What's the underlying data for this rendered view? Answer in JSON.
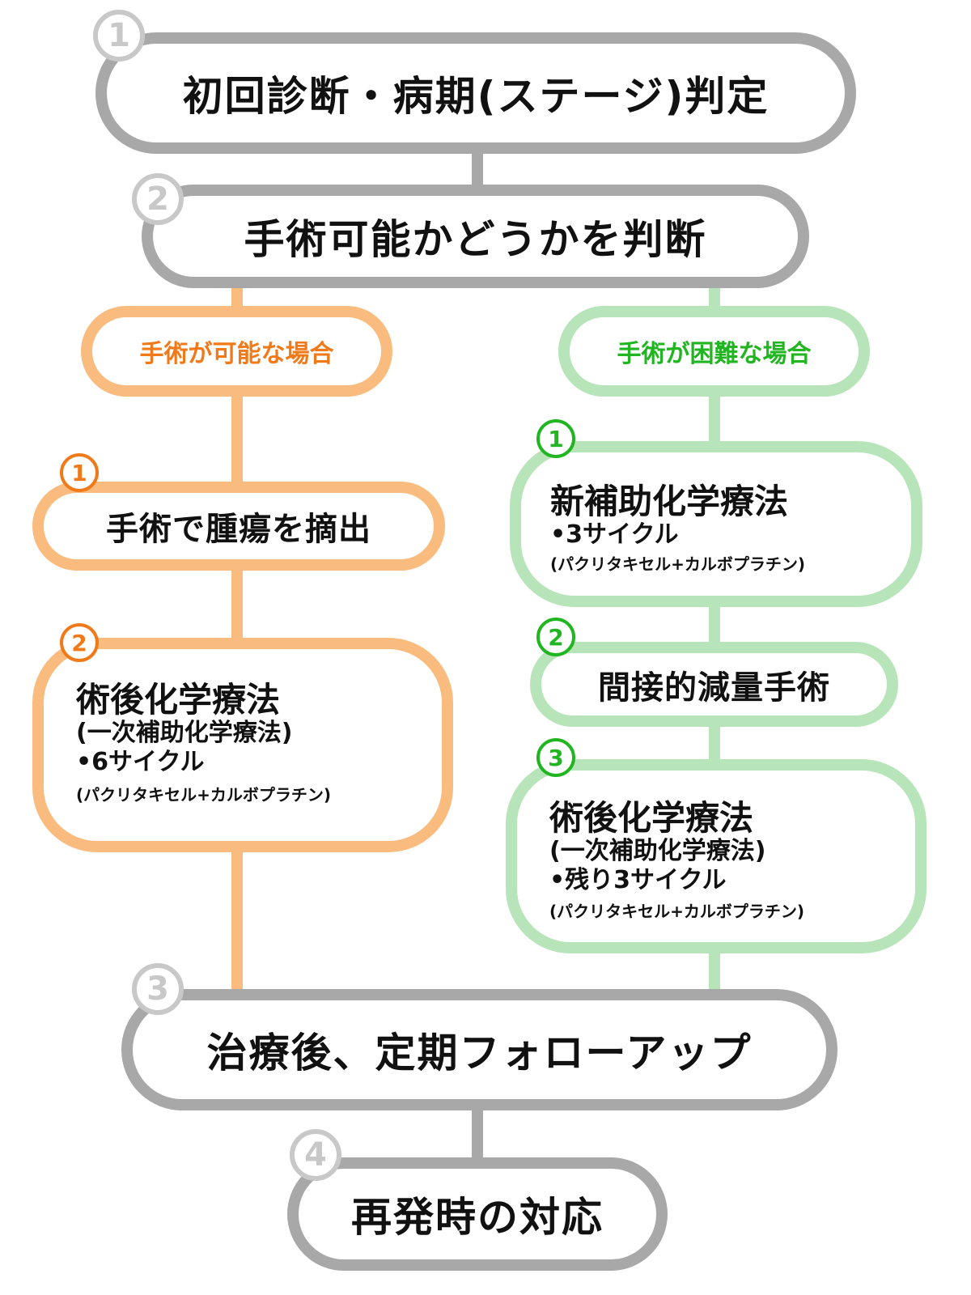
{
  "steps": {
    "step1": {
      "number": "1",
      "label": "初回診断・病期(ステージ)判定"
    },
    "step2": {
      "number": "2",
      "label": "手術可能かどうかを判断"
    },
    "step3": {
      "number": "3",
      "label": "治療後、定期フォローアップ"
    },
    "step4": {
      "number": "4",
      "label": "再発時の対応"
    }
  },
  "left_branch": {
    "label": "手術が可能な場合",
    "color": "#f07a1a",
    "items": [
      {
        "number": "1",
        "title": "手術で腫瘍を摘出"
      },
      {
        "number": "2",
        "title": "術後化学療法",
        "subtitle": "(一次補助化学療法)",
        "detail": "•6サイクル",
        "regimen": "(パクリタキセル+カルボプラチン)"
      }
    ]
  },
  "right_branch": {
    "label": "手術が困難な場合",
    "color": "#22b522",
    "items": [
      {
        "number": "1",
        "title": "新補助化学療法",
        "detail": "•3サイクル",
        "regimen": "(パクリタキセル+カルボプラチン)"
      },
      {
        "number": "2",
        "title": "間接的減量手術"
      },
      {
        "number": "3",
        "title": "術後化学療法",
        "subtitle": "(一次補助化学療法)",
        "detail": "•残り3サイクル",
        "regimen": "(パクリタキセル+カルボプラチン)"
      }
    ]
  },
  "colors": {
    "main_border": "#a8a8a8",
    "left_border": "#f9bc7e",
    "right_border": "#b7e4b8"
  }
}
